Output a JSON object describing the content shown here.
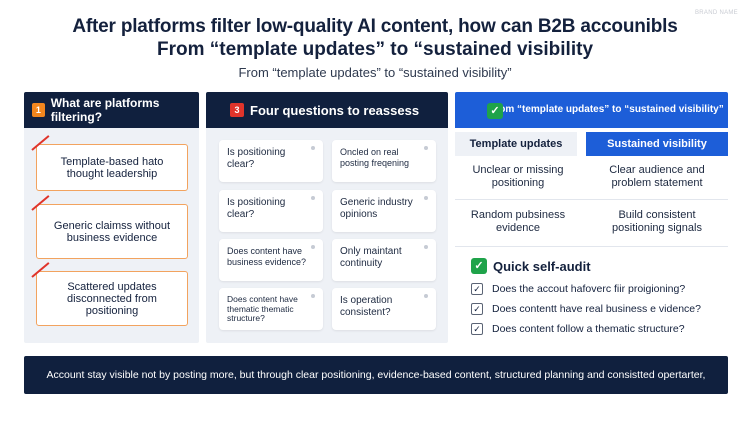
{
  "header": {
    "title_line1": "After platforms filter low-quality AI content, how can B2B accounibls",
    "title_line2": "From “template updates” to “sustained visibility",
    "subtitle": "From “template updates” to “sustained visibility”",
    "watermark": "BRAND NAME"
  },
  "left_panel": {
    "badge": "1",
    "badge_color": "#f2861e",
    "title": "What are platforms filtering?",
    "cards": [
      "Template-based hato thought leadership",
      "Generic claimss without business evidence",
      "Scattered updates disconnected from positioning"
    ]
  },
  "mid_panel": {
    "badge": "3",
    "badge_color": "#e0342b",
    "title": "Four questions to reassess",
    "questions": [
      "Is positioning clear?",
      "Oncled on real posting freqening",
      "Is positioning clear?",
      "Generic industry opinions",
      "Does content have business evidence?",
      "Only maintant continuity",
      "Does content have thematic thematic structure?",
      "Is operation consistent?"
    ]
  },
  "right_panel": {
    "title": "From “template updates” to “sustained visibility”",
    "col_left": "Template updates",
    "col_right": "Sustained visibility",
    "rows": [
      {
        "left": "Unclear or missing positioning",
        "right": "Clear audience and problem statement"
      },
      {
        "left": "Random pubsiness evidence",
        "right": "Build consistent positioning signals"
      }
    ],
    "audit_title": "Quick self-audit",
    "audit_items": [
      "Does the accout hafoverc fiir proigioning?",
      "Does contentt have real business e vidence?",
      "Does content follow  a thematic structure?"
    ]
  },
  "footer": {
    "text": "Account stay visible not by posting more, but through clear positioning, evidence-based content, structured planning and consistted opertarter,"
  },
  "colors": {
    "navy": "#10203e",
    "blue": "#1d5ed8",
    "orange": "#f2a35f",
    "red": "#e0342b",
    "green": "#1fa34a"
  }
}
